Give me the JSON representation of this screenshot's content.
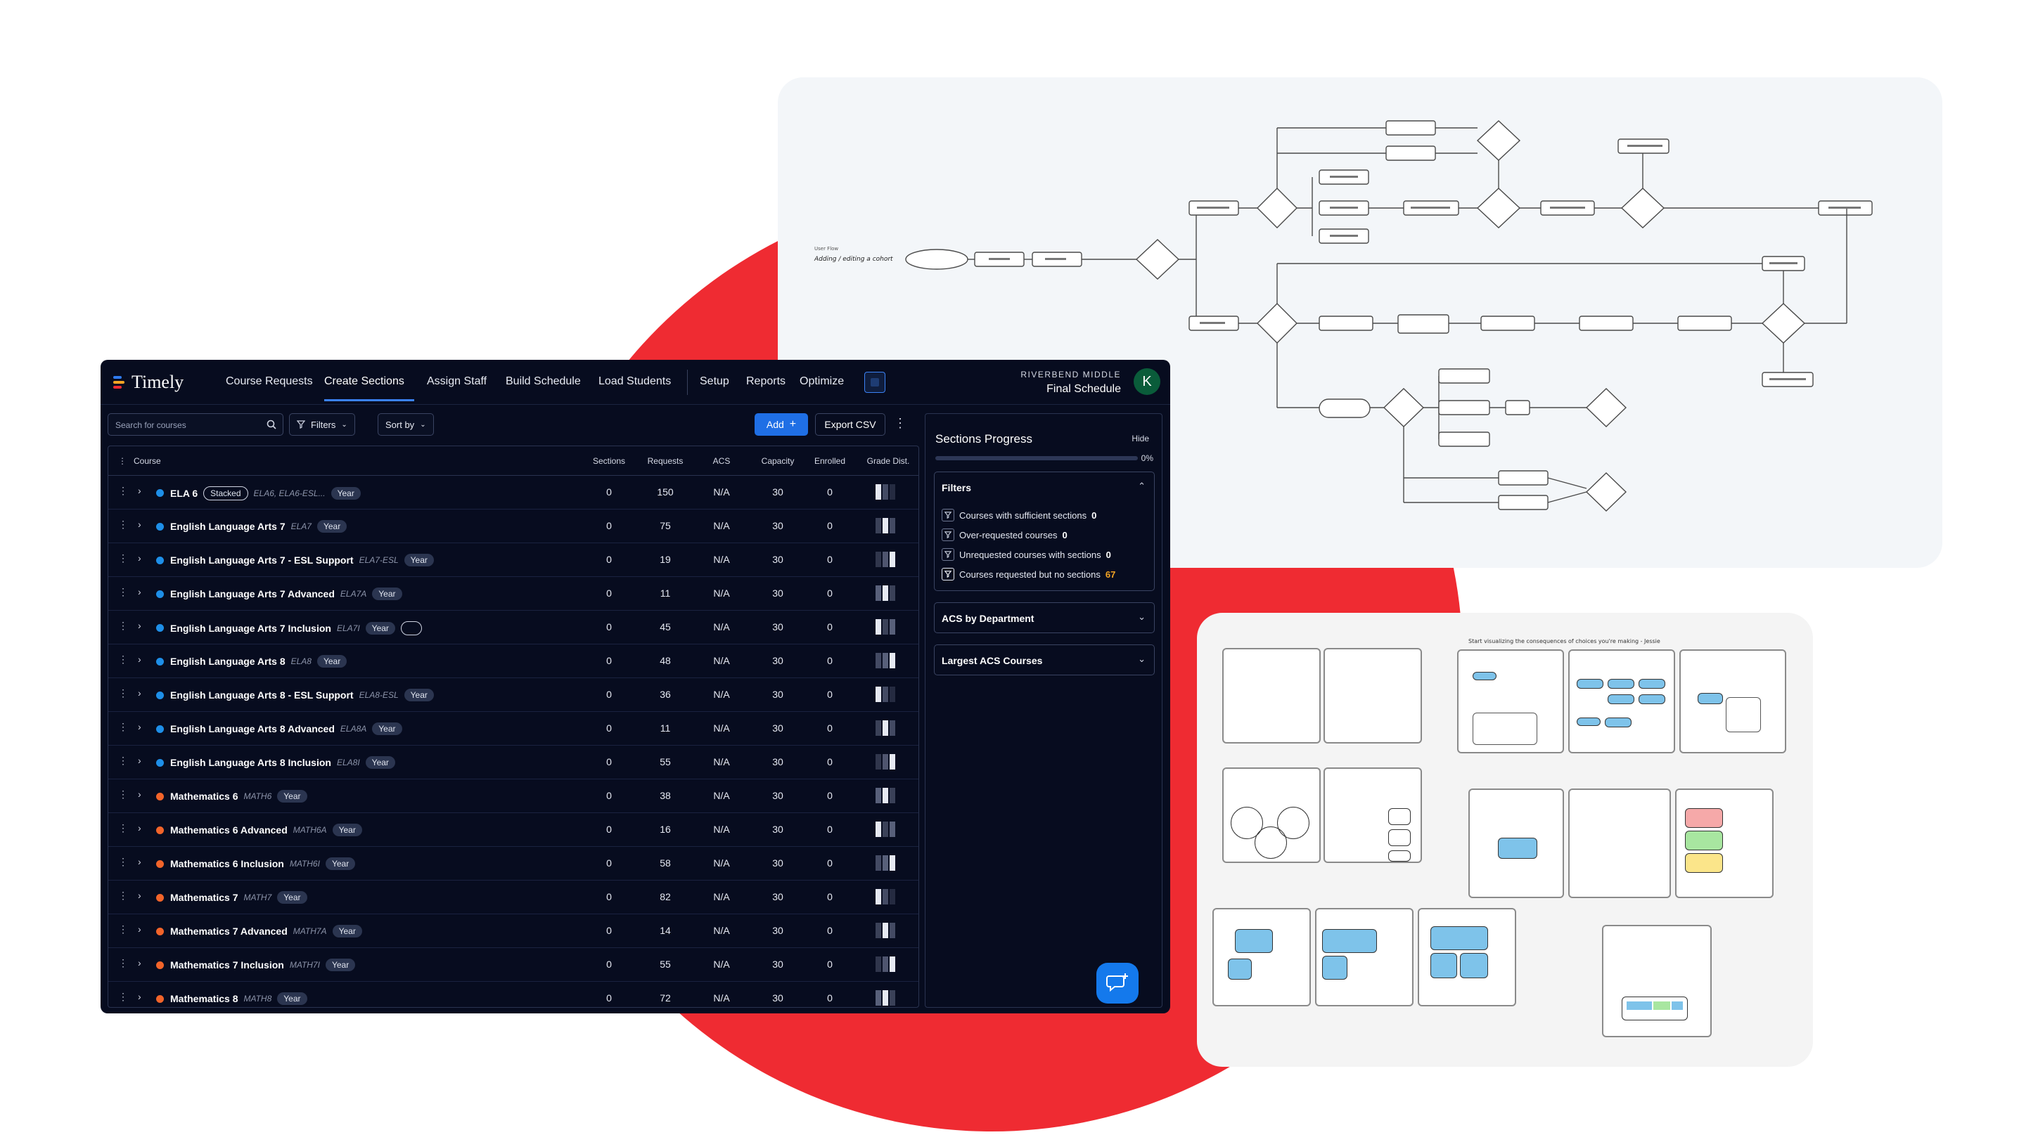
{
  "nav": {
    "brand": "Timely",
    "links": [
      "Course Requests",
      "Create Sections",
      "Assign Staff",
      "Build Schedule",
      "Load Students",
      "Setup",
      "Reports",
      "Optimize"
    ],
    "school": "RIVERBEND MIDDLE",
    "schedule": "Final Schedule",
    "avatar": "K"
  },
  "toolbar": {
    "search_placeholder": "Search for courses",
    "filters_label": "Filters",
    "sort_label": "Sort by",
    "add_label": "Add",
    "export_label": "Export CSV"
  },
  "table": {
    "columns": [
      "Course",
      "Sections",
      "Requests",
      "ACS",
      "Capacity",
      "Enrolled",
      "Grade Dist."
    ],
    "rows": [
      {
        "name": "ELA 6",
        "code": "ELA6, ELA6-ESL...",
        "term": "Year",
        "sections": "0",
        "requests": "150",
        "acs": "N/A",
        "capacity": "30",
        "enrolled": "0",
        "color": "#1e8fe8",
        "badge": "Stacked"
      },
      {
        "name": "English Language Arts 7",
        "code": "ELA7",
        "term": "Year",
        "sections": "0",
        "requests": "75",
        "acs": "N/A",
        "capacity": "30",
        "enrolled": "0",
        "color": "#1e8fe8"
      },
      {
        "name": "English Language Arts 7 - ESL Support",
        "code": "ELA7-ESL",
        "term": "Year",
        "sections": "0",
        "requests": "19",
        "acs": "N/A",
        "capacity": "30",
        "enrolled": "0",
        "color": "#1e8fe8"
      },
      {
        "name": "English Language Arts 7 Advanced",
        "code": "ELA7A",
        "term": "Year",
        "sections": "0",
        "requests": "11",
        "acs": "N/A",
        "capacity": "30",
        "enrolled": "0",
        "color": "#1e8fe8"
      },
      {
        "name": "English Language Arts 7 Inclusion",
        "code": "ELA7I",
        "term": "Year",
        "sections": "0",
        "requests": "45",
        "acs": "N/A",
        "capacity": "30",
        "enrolled": "0",
        "color": "#1e8fe8",
        "link": true
      },
      {
        "name": "English Language Arts 8",
        "code": "ELA8",
        "term": "Year",
        "sections": "0",
        "requests": "48",
        "acs": "N/A",
        "capacity": "30",
        "enrolled": "0",
        "color": "#1e8fe8"
      },
      {
        "name": "English Language Arts 8 - ESL Support",
        "code": "ELA8-ESL",
        "term": "Year",
        "sections": "0",
        "requests": "36",
        "acs": "N/A",
        "capacity": "30",
        "enrolled": "0",
        "color": "#1e8fe8"
      },
      {
        "name": "English Language Arts 8 Advanced",
        "code": "ELA8A",
        "term": "Year",
        "sections": "0",
        "requests": "11",
        "acs": "N/A",
        "capacity": "30",
        "enrolled": "0",
        "color": "#1e8fe8"
      },
      {
        "name": "English Language Arts 8 Inclusion",
        "code": "ELA8I",
        "term": "Year",
        "sections": "0",
        "requests": "55",
        "acs": "N/A",
        "capacity": "30",
        "enrolled": "0",
        "color": "#1e8fe8"
      },
      {
        "name": "Mathematics 6",
        "code": "MATH6",
        "term": "Year",
        "sections": "0",
        "requests": "38",
        "acs": "N/A",
        "capacity": "30",
        "enrolled": "0",
        "color": "#f2642a"
      },
      {
        "name": "Mathematics 6 Advanced",
        "code": "MATH6A",
        "term": "Year",
        "sections": "0",
        "requests": "16",
        "acs": "N/A",
        "capacity": "30",
        "enrolled": "0",
        "color": "#f2642a"
      },
      {
        "name": "Mathematics 6 Inclusion",
        "code": "MATH6I",
        "term": "Year",
        "sections": "0",
        "requests": "58",
        "acs": "N/A",
        "capacity": "30",
        "enrolled": "0",
        "color": "#f2642a"
      },
      {
        "name": "Mathematics 7",
        "code": "MATH7",
        "term": "Year",
        "sections": "0",
        "requests": "82",
        "acs": "N/A",
        "capacity": "30",
        "enrolled": "0",
        "color": "#f2642a"
      },
      {
        "name": "Mathematics 7 Advanced",
        "code": "MATH7A",
        "term": "Year",
        "sections": "0",
        "requests": "14",
        "acs": "N/A",
        "capacity": "30",
        "enrolled": "0",
        "color": "#f2642a"
      },
      {
        "name": "Mathematics 7 Inclusion",
        "code": "MATH7I",
        "term": "Year",
        "sections": "0",
        "requests": "55",
        "acs": "N/A",
        "capacity": "30",
        "enrolled": "0",
        "color": "#f2642a"
      },
      {
        "name": "Mathematics 8",
        "code": "MATH8",
        "term": "Year",
        "sections": "0",
        "requests": "72",
        "acs": "N/A",
        "capacity": "30",
        "enrolled": "0",
        "color": "#f2642a"
      }
    ]
  },
  "panel": {
    "title": "Sections Progress",
    "hide_label": "Hide",
    "progress": "0%",
    "filters_title": "Filters",
    "filters": [
      {
        "label": "Courses with sufficient sections",
        "count": "0"
      },
      {
        "label": "Over-requested courses",
        "count": "0"
      },
      {
        "label": "Unrequested courses with sections",
        "count": "0"
      },
      {
        "label": "Courses requested but no sections",
        "count": "67"
      }
    ],
    "acs_dept": "ACS by Department",
    "largest_acs": "Largest ACS Courses"
  },
  "flow": {
    "caption_small": "User Flow",
    "caption": "Adding / editing a cohort"
  },
  "board": {
    "heading": "Start visualizing the consequences of choices you're making - Jessie"
  },
  "colors": {
    "accent": "#1f6fe5",
    "background": "#070c1f",
    "red": "#ef2b32",
    "orange_count": "#f5a524"
  }
}
